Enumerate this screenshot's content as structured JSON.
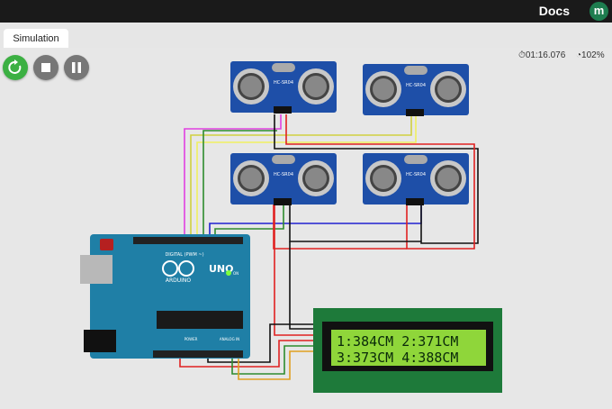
{
  "header": {
    "docs_label": "Docs",
    "avatar_letter": "m"
  },
  "tabs": [
    {
      "label": "Simulation"
    }
  ],
  "controls": {
    "restart_icon": "restart-icon",
    "stop_icon": "stop-icon",
    "pause_icon": "pause-icon"
  },
  "status": {
    "elapsed": "01:16.076",
    "speed": "102%"
  },
  "sensors": [
    {
      "label": "HC-SR04"
    },
    {
      "label": "HC-SR04"
    },
    {
      "label": "HC-SR04"
    },
    {
      "label": "HC-SR04"
    }
  ],
  "arduino": {
    "brand": "ARDUINO",
    "model": "UNO",
    "digital_label": "DIGITAL (PWM ~)",
    "analog_label": "ANALOG IN",
    "power_label": "POWER",
    "on_label": "ON"
  },
  "lcd": {
    "line1": "1:384CM  2:371CM",
    "line2": "3:373CM  4:388CM"
  }
}
